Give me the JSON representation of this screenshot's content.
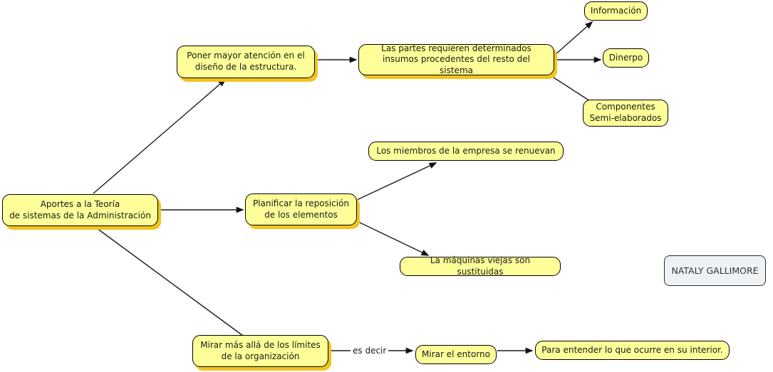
{
  "colors": {
    "node_fill": "#ffff99",
    "node_border": "#000000",
    "node_shadow": "#f2c41d",
    "author_fill": "#eef2f5",
    "line": "#1a1a1a",
    "background": "#ffffff"
  },
  "nodes": {
    "aportes": {
      "label": "Aportes a la Teoría\nde sistemas de la Administración"
    },
    "poner": {
      "label": "Poner mayor atención en el\ndiseño de la estructura."
    },
    "partes": {
      "label": "Las partes requieren determinados\ninsumos procedentes del resto del sistema"
    },
    "informacion": {
      "label": "Información"
    },
    "dinerpo": {
      "label": "Dinerpo"
    },
    "componentes": {
      "label": "Componentes\nSemi-elaborados"
    },
    "miembros": {
      "label": "Los miembros de la empresa se renuevan"
    },
    "planificar": {
      "label": "Planificar la reposición\nde los elementos"
    },
    "maquinas": {
      "label": "La máquinas viejas son sustituidas"
    },
    "mirar_limites": {
      "label": "Mirar más allá de los límites\nde la organización"
    },
    "mirar_entorno": {
      "label": "Mirar el entorno"
    },
    "para_entender": {
      "label": "Para entender lo que ocurre en su interior."
    }
  },
  "link_labels": {
    "es_decir": "es decir"
  },
  "author_box": {
    "label": "NATALY GALLIMORE"
  }
}
